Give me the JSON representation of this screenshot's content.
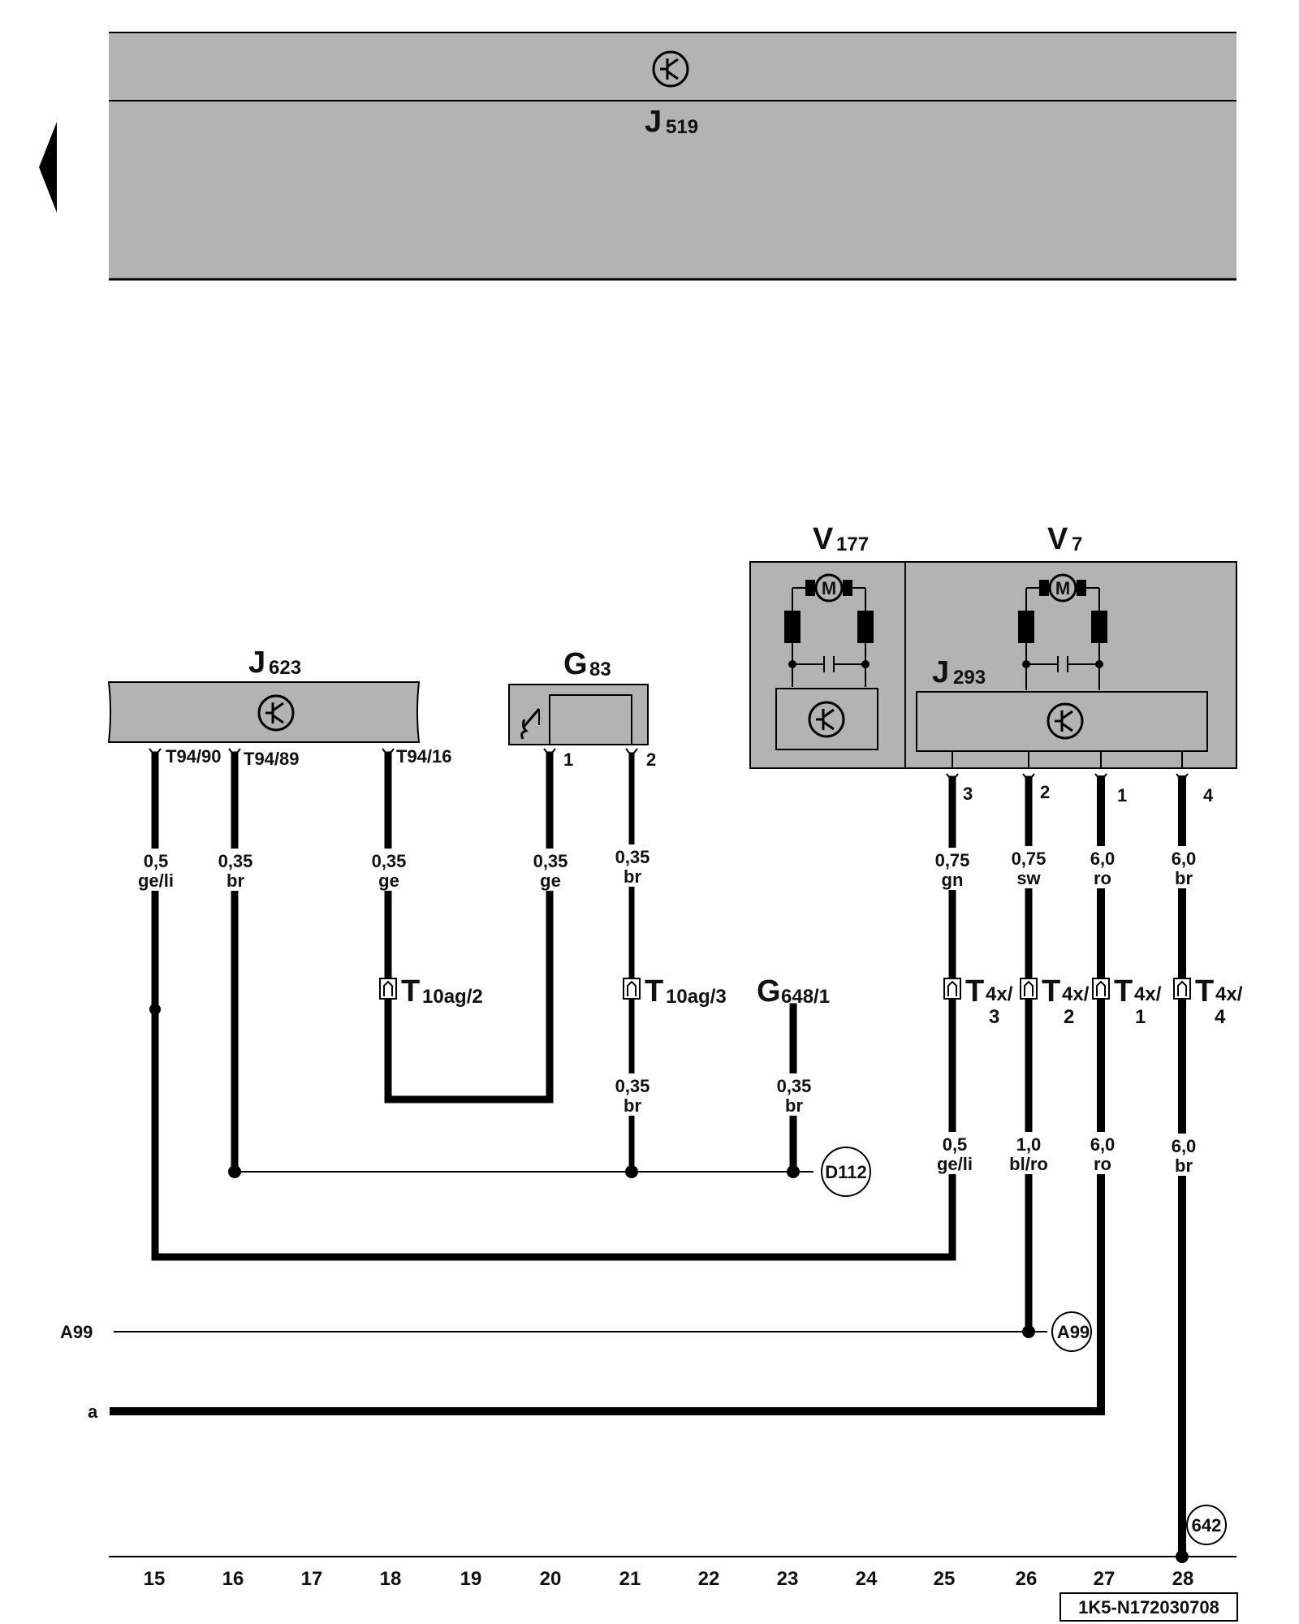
{
  "components": {
    "J519": {
      "letter": "J",
      "sub": "519"
    },
    "J623": {
      "letter": "J",
      "sub": "623"
    },
    "G83": {
      "letter": "G",
      "sub": "83"
    },
    "V177": {
      "letter": "V",
      "sub": "177"
    },
    "V7": {
      "letter": "V",
      "sub": "7"
    },
    "J293": {
      "letter": "J",
      "sub": "293"
    },
    "G648": {
      "letter": "G",
      "sub": "648/1"
    }
  },
  "motor_symbol": "M",
  "j623_pins": [
    "T94/90",
    "T94/89",
    "T94/16"
  ],
  "g83_pins": [
    "1",
    "2"
  ],
  "fan_pins": [
    "3",
    "2",
    "1",
    "4"
  ],
  "wires": {
    "w15": {
      "size": "0,5",
      "color": "ge/li"
    },
    "w16": {
      "size": "0,35",
      "color": "br"
    },
    "w18": {
      "size": "0,35",
      "color": "ge"
    },
    "w20": {
      "size": "0,35",
      "color": "ge"
    },
    "w21a": {
      "size": "0,35",
      "color": "br"
    },
    "w21b": {
      "size": "0,35",
      "color": "br"
    },
    "w23": {
      "size": "0,35",
      "color": "br"
    },
    "w25a": {
      "size": "0,75",
      "color": "gn"
    },
    "w26a": {
      "size": "0,75",
      "color": "sw"
    },
    "w27a": {
      "size": "6,0",
      "color": "ro"
    },
    "w28a": {
      "size": "6,0",
      "color": "br"
    },
    "w25b": {
      "size": "0,5",
      "color": "ge/li"
    },
    "w26b": {
      "size": "1,0",
      "color": "bl/ro"
    },
    "w27b": {
      "size": "6,0",
      "color": "ro"
    },
    "w28b": {
      "size": "6,0",
      "color": "br"
    }
  },
  "connectors": {
    "t10ag2": {
      "main": "T",
      "sub": "10ag/2"
    },
    "t10ag3": {
      "main": "T",
      "sub": "10ag/3"
    },
    "t4x3": {
      "main": "T",
      "sub": "4x/",
      "pin": "3"
    },
    "t4x2": {
      "main": "T",
      "sub": "4x/",
      "pin": "2"
    },
    "t4x1": {
      "main": "T",
      "sub": "4x/",
      "pin": "1"
    },
    "t4x4": {
      "main": "T",
      "sub": "4x/",
      "pin": "4"
    }
  },
  "references": {
    "d112": "D112",
    "a99_circle": "A99",
    "c642": "642",
    "a99_left": "A99",
    "a_left": "a"
  },
  "columns": [
    "15",
    "16",
    "17",
    "18",
    "19",
    "20",
    "21",
    "22",
    "23",
    "24",
    "25",
    "26",
    "27",
    "28"
  ],
  "diagram_id": "1K5-N172030708",
  "colors": {
    "module_fill": "#b3b3b3",
    "wire": "#000000"
  }
}
